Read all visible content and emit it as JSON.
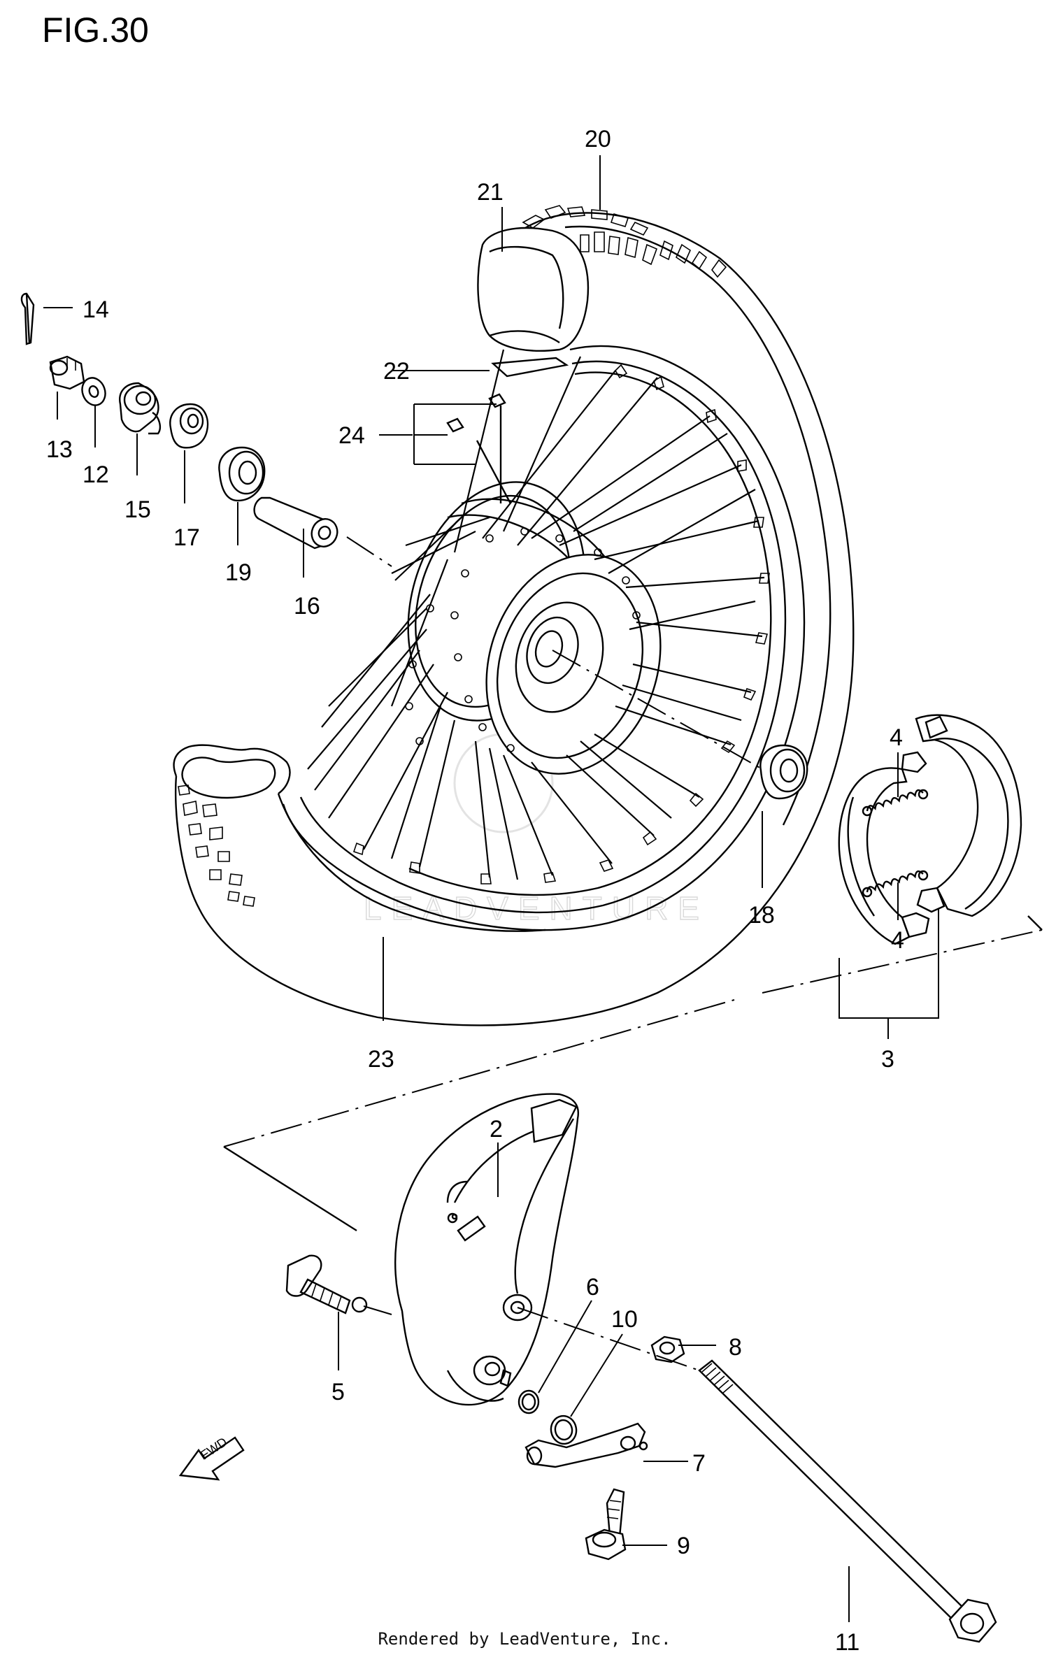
{
  "figure": {
    "title": "FIG.30",
    "credit": "Rendered by LeadVenture, Inc.",
    "watermark": "LEADVENTURE",
    "fwd_label": "FWD"
  },
  "callouts": {
    "c1": "2",
    "c2": "3",
    "c3": "4",
    "c4": "4",
    "c5": "5",
    "c6": "6",
    "c7": "7",
    "c8": "8",
    "c9": "9",
    "c10": "10",
    "c11": "11",
    "c12": "12",
    "c13": "13",
    "c14": "14",
    "c15": "15",
    "c16": "16",
    "c17": "17",
    "c18": "18",
    "c19": "19",
    "c20": "20",
    "c21": "21",
    "c22": "22",
    "c23": "23",
    "c24": "24"
  }
}
